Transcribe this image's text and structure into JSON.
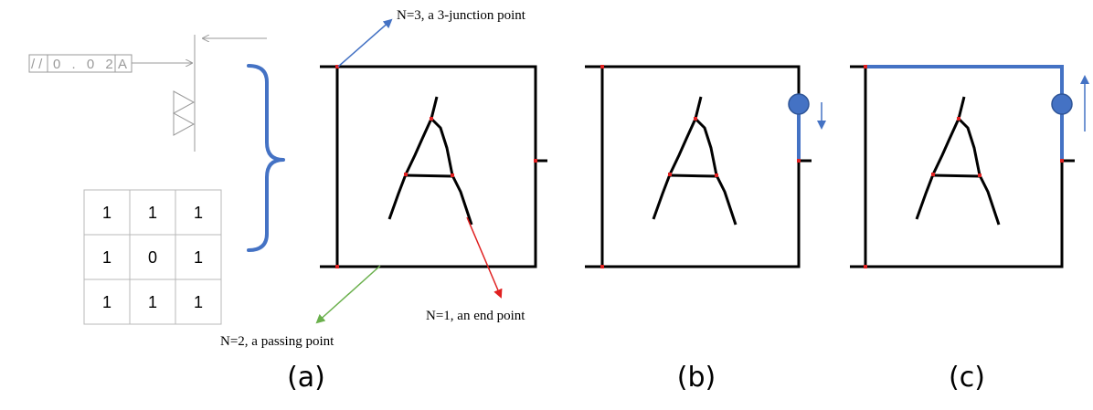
{
  "panels": {
    "a_label": "(a)",
    "b_label": "(b)",
    "c_label": "(c)"
  },
  "annotations": {
    "junction": "N=3, a 3-junction point",
    "end": "N=1, an end point",
    "passing": "N=2, a passing point"
  },
  "gdt_frame": {
    "symbol": "//",
    "tolerance": "0 . 0 2",
    "datum": "A"
  },
  "kernel": {
    "rows": [
      [
        "1",
        "1",
        "1"
      ],
      [
        "1",
        "0",
        "1"
      ],
      [
        "1",
        "1",
        "1"
      ]
    ]
  },
  "colors": {
    "stroke": "#000000",
    "highlight": "#4472c4",
    "junction_arrow": "#4472c4",
    "end_arrow": "#e02020",
    "passing_arrow": "#6ab04c",
    "keypoint": "#e02020",
    "drawing_gray": "#9a9a9a"
  }
}
